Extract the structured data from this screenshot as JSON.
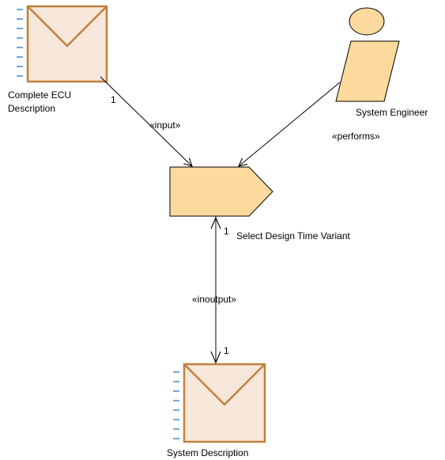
{
  "colors": {
    "artifact_fill": "#f7e6da",
    "artifact_stroke": "#c0803f",
    "task_fill": "#fcd99c",
    "role_fill": "#fcd99c",
    "stroke": "#000000",
    "dash_accent": "#6fa8dc"
  },
  "nodes": {
    "complete_ecu": {
      "label_line1": "Complete ECU",
      "label_line2": "Description",
      "icon": "envelope-icon"
    },
    "system_engineer": {
      "label": "System Engineer",
      "icon": "role-icon"
    },
    "task": {
      "label": "Select Design Time Variant",
      "icon": "task-pentagon-icon"
    },
    "system_description": {
      "label": "System Description",
      "icon": "envelope-icon"
    }
  },
  "edges": {
    "input": {
      "stereotype": "«input»",
      "multiplicity": "1"
    },
    "performs": {
      "stereotype": "«performs»"
    },
    "inoutput": {
      "stereotype": "«inoutput»",
      "multiplicity_top": "1",
      "multiplicity_bottom": "1"
    }
  }
}
